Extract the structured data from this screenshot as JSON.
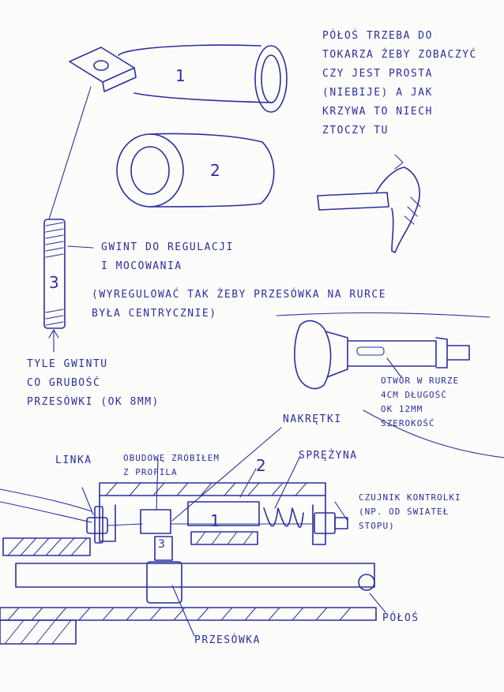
{
  "notes": {
    "polos_top": "PÓŁOŚ TRZEBA DO\nTOKARZA ŻEBY ZOBACZYĆ\nCZY JEST PROSTA\n(NIEBIJE) A JAK\nKRZYWA TO NIECH\nZTOCZY TU",
    "gwint": "GWINT DO REGULACJI\nI MOCOWANIA",
    "wyregulowac": "(WYREGULOWAĆ TAK ŻEBY PRZESÓWKA NA RURCE\nBYŁA CENTRYCZNIE)",
    "tyle_gwintu": "TYLE GWINTU\nCO GRUBOŚĆ\nPRZESÓWKI (OK 8mm)",
    "otwor": "OTWÓR W RURZE\n4cm DŁUGOŚĆ\nOK 12mm\nSZEROKOŚĆ",
    "nakretki": "NAKRĘTKI",
    "linka": "LINKA",
    "obudowe": "OBUDOWĘ ZROBIŁEM\nZ PROFILA",
    "sprezyna": "SPRĘŻYNA",
    "czujnik": "CZUJNIK KONTROLKI\n(NP. OD ŚWIATEŁ\nSTOPU)",
    "polos_bottom": "PÓŁOŚ",
    "przesowka": "PRZESÓWKA"
  },
  "part_numbers": {
    "part1": "1",
    "part2": "2",
    "part3": "3",
    "asm2": "2",
    "asm1": "1",
    "asm3": "3"
  },
  "ink_color": "#2b2f9e"
}
